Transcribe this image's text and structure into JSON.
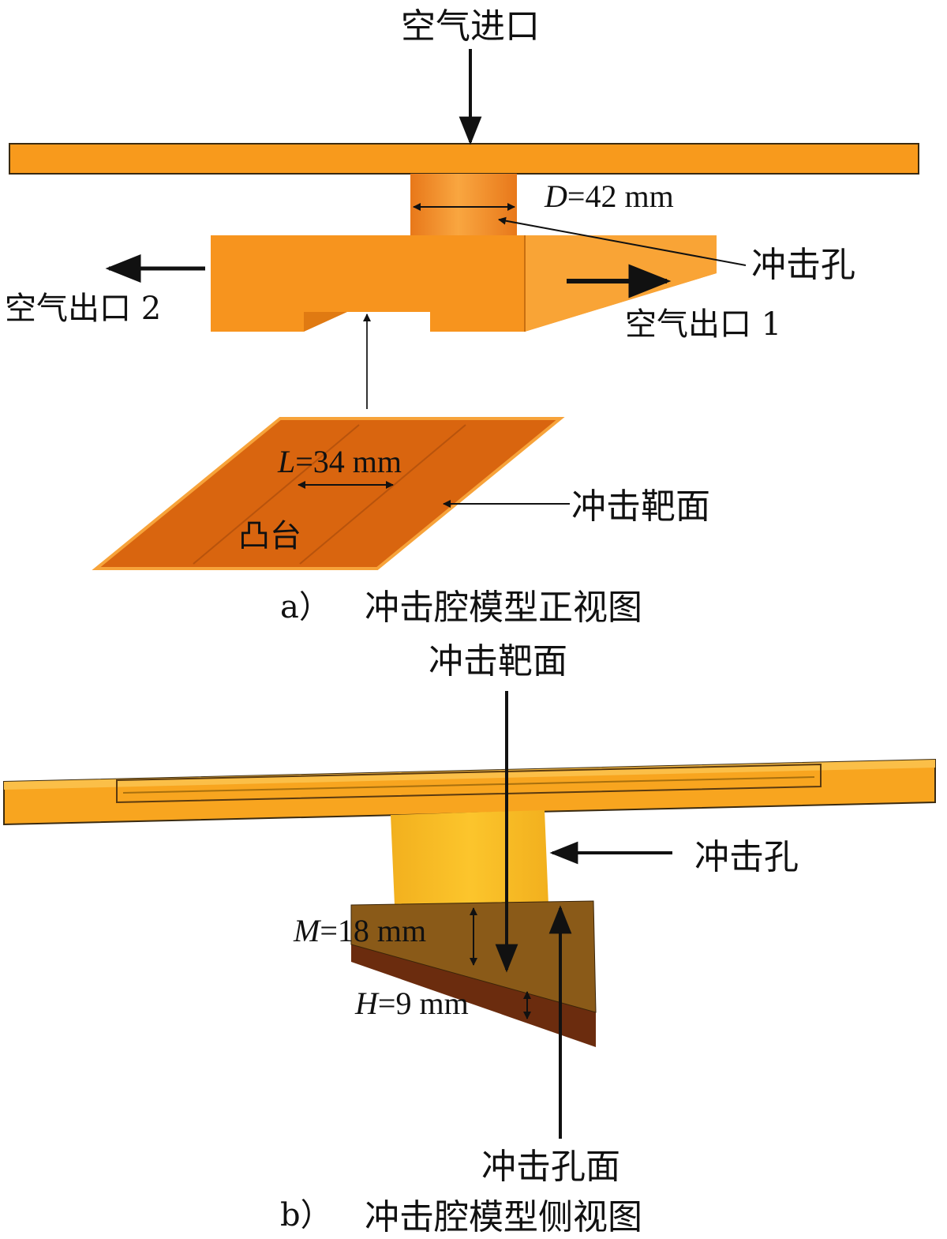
{
  "front_view": {
    "air_inlet": "空气进口",
    "hole_diameter": {
      "symbol": "D",
      "value": "=42 mm"
    },
    "impingement_hole": "冲击孔",
    "air_outlet_2": "空气出口 2",
    "air_outlet_1": "空气出口 1",
    "boss_length": {
      "symbol": "L",
      "value": "=34 mm"
    },
    "boss": "凸台",
    "target_surface": "冲击靶面",
    "caption_tag": "a）",
    "caption": "冲击腔模型正视图"
  },
  "side_view": {
    "target_surface": "冲击靶面",
    "impingement_hole": "冲击孔",
    "dim_m": {
      "symbol": "M",
      "value": "=18 mm"
    },
    "dim_h": {
      "symbol": "H",
      "value": "=9 mm"
    },
    "hole_surface": "冲击孔面",
    "caption_tag": "b）",
    "caption": "冲击腔模型侧视图"
  },
  "colors": {
    "plate_orange": "#f89a1c",
    "box_orange": "#f7941e",
    "target_orange": "#d9650f",
    "tube_yellow": "#f8b820",
    "wedge_brown": "#8a5a18",
    "wedge_dark": "#6b2c0e",
    "arrow": "#111111"
  }
}
